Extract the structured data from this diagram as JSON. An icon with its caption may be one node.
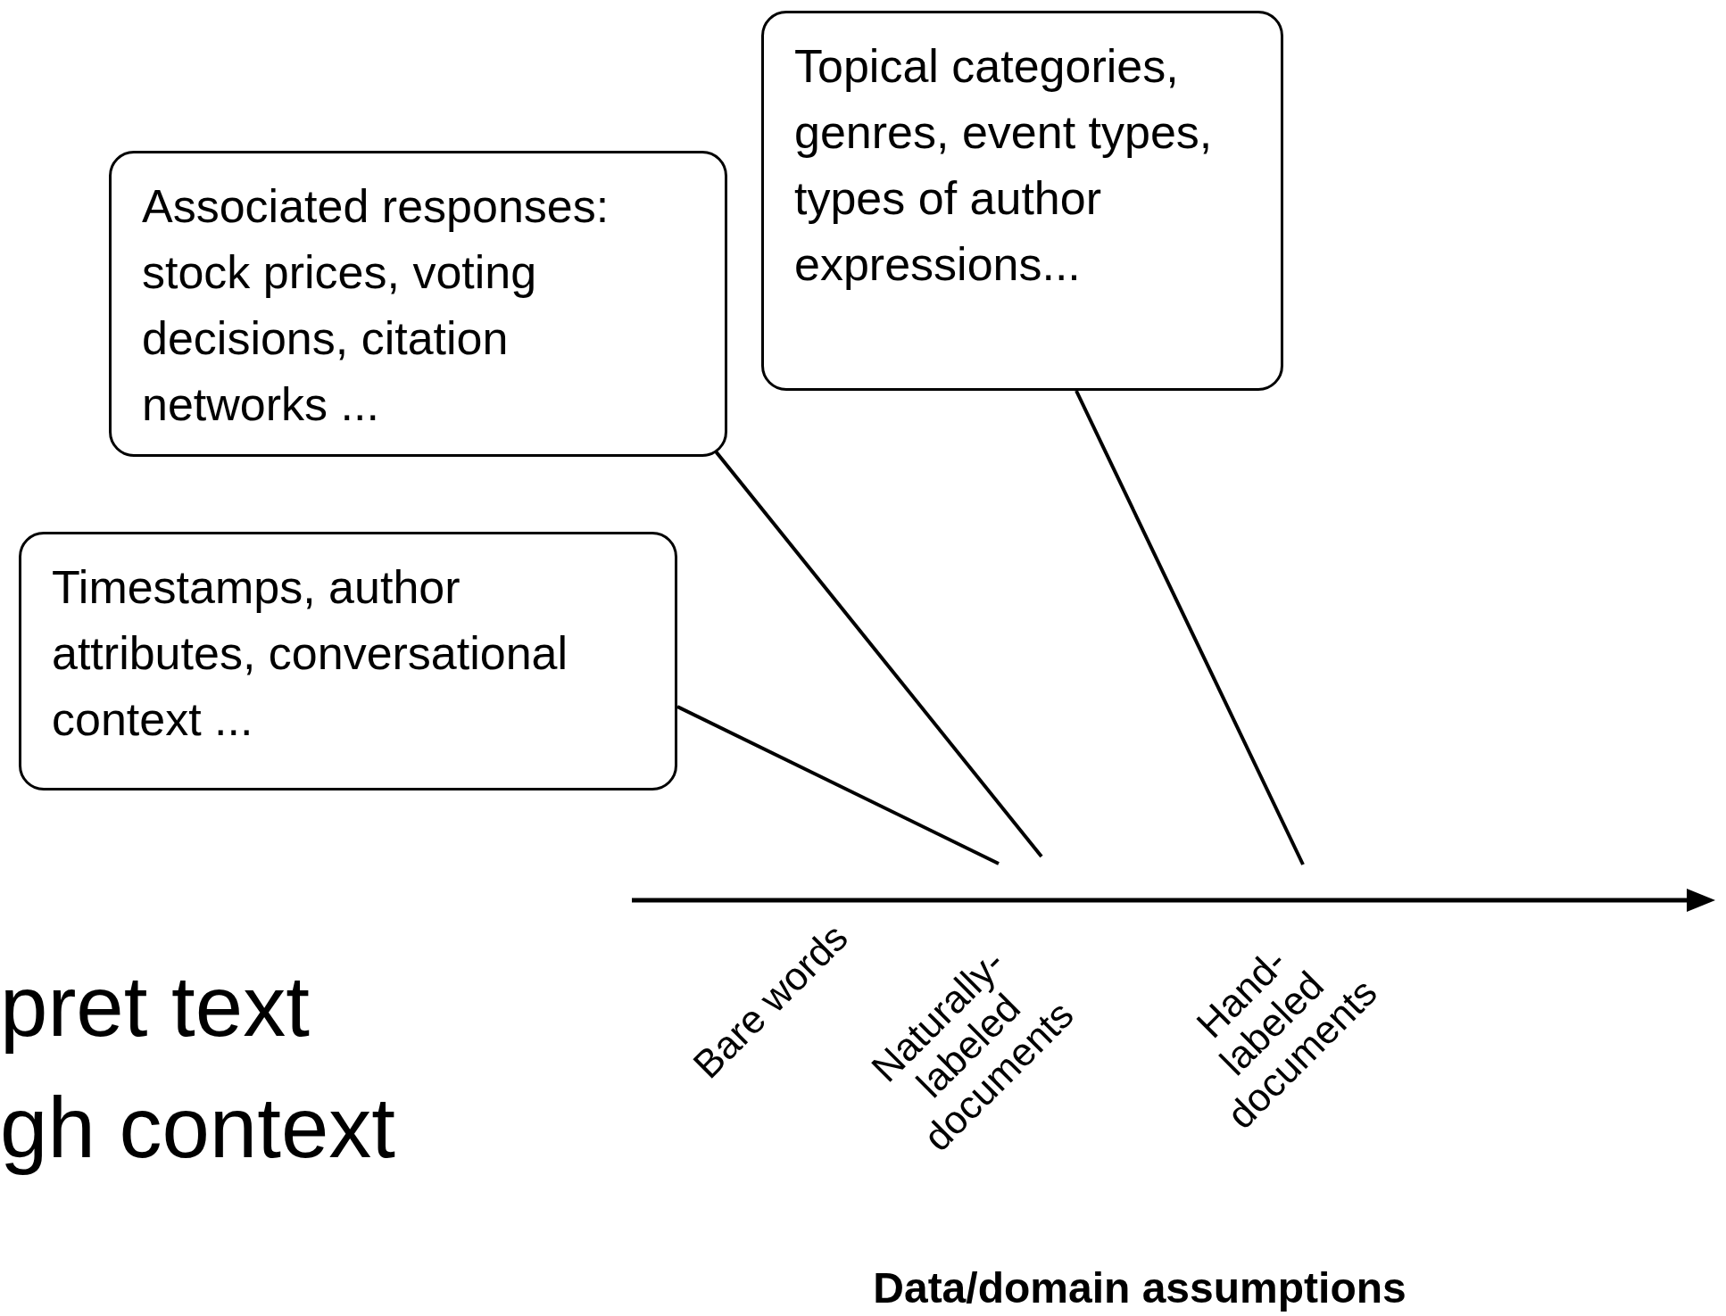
{
  "diagram": {
    "nodes": [
      {
        "text": [
          "Topical categories, genres, event types, types of author expressions..."
        ]
      },
      {
        "text": [
          "Associated responses: stock prices, voting decisions, citation networks ..."
        ]
      },
      {
        "text": [
          "Timestamps, author attributes, conversational context ..."
        ]
      }
    ],
    "edges": [
      {
        "from": 2,
        "to": null,
        "arrow": "none"
      },
      {
        "from": 1,
        "to": null,
        "arrow": "none"
      },
      {
        "from": 0,
        "to": null,
        "arrow": "none"
      }
    ],
    "labels": [
      "Bare words",
      "Naturally-labeled documents",
      "Hand-labeled documents",
      "Data/domain assumptions",
      "pret text",
      "gh context"
    ]
  }
}
